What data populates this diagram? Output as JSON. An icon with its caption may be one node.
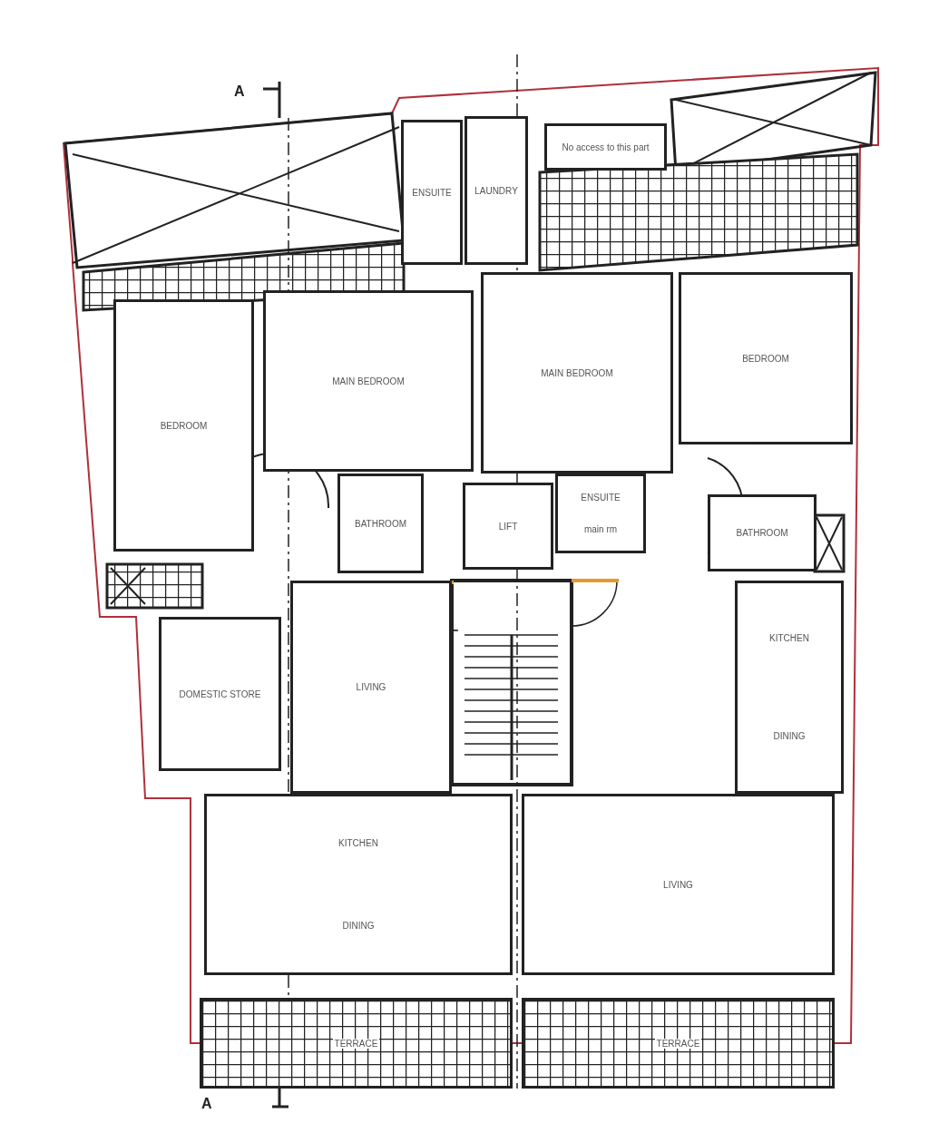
{
  "diagram": {
    "nodes": [
      {
        "text": [
          "ENSUITE"
        ]
      },
      {
        "text": [
          "LAUNDRY"
        ]
      },
      {
        "text": [
          "No access to this part"
        ]
      },
      {
        "text": [
          "MAIN BEDROOM"
        ]
      },
      {
        "text": [
          "BEDROOM"
        ]
      },
      {
        "text": [
          "MAIN BEDROOM"
        ]
      },
      {
        "text": [
          "BEDROOM"
        ]
      },
      {
        "text": [
          "BATHROOM"
        ]
      },
      {
        "text": [
          "LIFT"
        ]
      },
      {
        "text": [
          "ENSUITE",
          "main rm"
        ]
      },
      {
        "text": [
          "BATHROOM"
        ]
      },
      {
        "text": [
          "DOMESTIC STORE"
        ]
      },
      {
        "text": [
          "LIVING"
        ]
      },
      {
        "text": [
          "KITCHEN",
          "DINING"
        ]
      },
      {
        "text": [
          "KITCHEN",
          "DINING"
        ]
      },
      {
        "text": [
          "LIVING"
        ]
      },
      {
        "text": [
          "TERRACE"
        ]
      },
      {
        "text": [
          "TERRACE"
        ]
      }
    ],
    "labels": [
      "A",
      "A"
    ]
  }
}
